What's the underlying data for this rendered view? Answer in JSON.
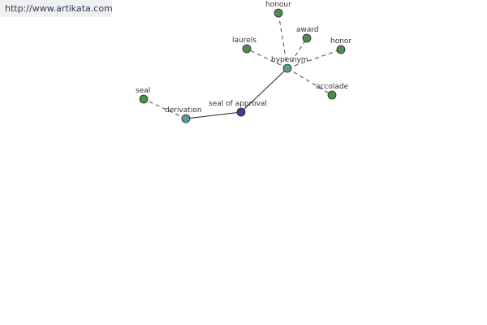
{
  "source": {
    "url": "http://www.artikata.com"
  },
  "graph": {
    "colors": {
      "root": "#3a3f8f",
      "relation": "#5a9c9c",
      "leaf": "#4f8a4f"
    },
    "nodes": {
      "root": {
        "label": "seal of approval",
        "kind": "root"
      },
      "hypernym": {
        "label": "hypernym",
        "kind": "relation"
      },
      "derivation": {
        "label": "derivation",
        "kind": "relation"
      },
      "honour": {
        "label": "honour",
        "kind": "leaf"
      },
      "award": {
        "label": "award",
        "kind": "leaf"
      },
      "honor": {
        "label": "honor",
        "kind": "leaf"
      },
      "laurels": {
        "label": "laurels",
        "kind": "leaf"
      },
      "accolade": {
        "label": "accolade",
        "kind": "leaf"
      },
      "seal": {
        "label": "seal",
        "kind": "leaf"
      }
    },
    "edges": [
      {
        "from": "root",
        "to": "hypernym",
        "style": "solid"
      },
      {
        "from": "root",
        "to": "derivation",
        "style": "solid"
      },
      {
        "from": "hypernym",
        "to": "honour",
        "style": "dashed"
      },
      {
        "from": "hypernym",
        "to": "award",
        "style": "dashed"
      },
      {
        "from": "hypernym",
        "to": "honor",
        "style": "dashed"
      },
      {
        "from": "hypernym",
        "to": "laurels",
        "style": "dashed"
      },
      {
        "from": "hypernym",
        "to": "accolade",
        "style": "dashed"
      },
      {
        "from": "derivation",
        "to": "seal",
        "style": "dashed"
      }
    ]
  }
}
